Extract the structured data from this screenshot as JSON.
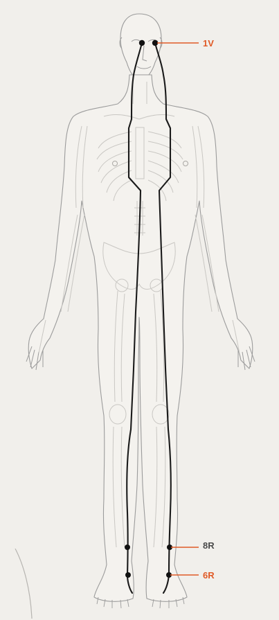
{
  "diagram": {
    "colors": {
      "background": "#f1efeb",
      "body_outline": "#9b9b9b",
      "skeleton": "#c9c7c3",
      "meridian": "#1a1a1a",
      "point_dot": "#111111",
      "accent_orange": "#e05a26",
      "label_gray": "#4a4a4a"
    },
    "points": [
      {
        "label": "1V",
        "color": "orange"
      },
      {
        "label": "8R",
        "color": "gray"
      },
      {
        "label": "6R",
        "color": "orange"
      }
    ]
  }
}
